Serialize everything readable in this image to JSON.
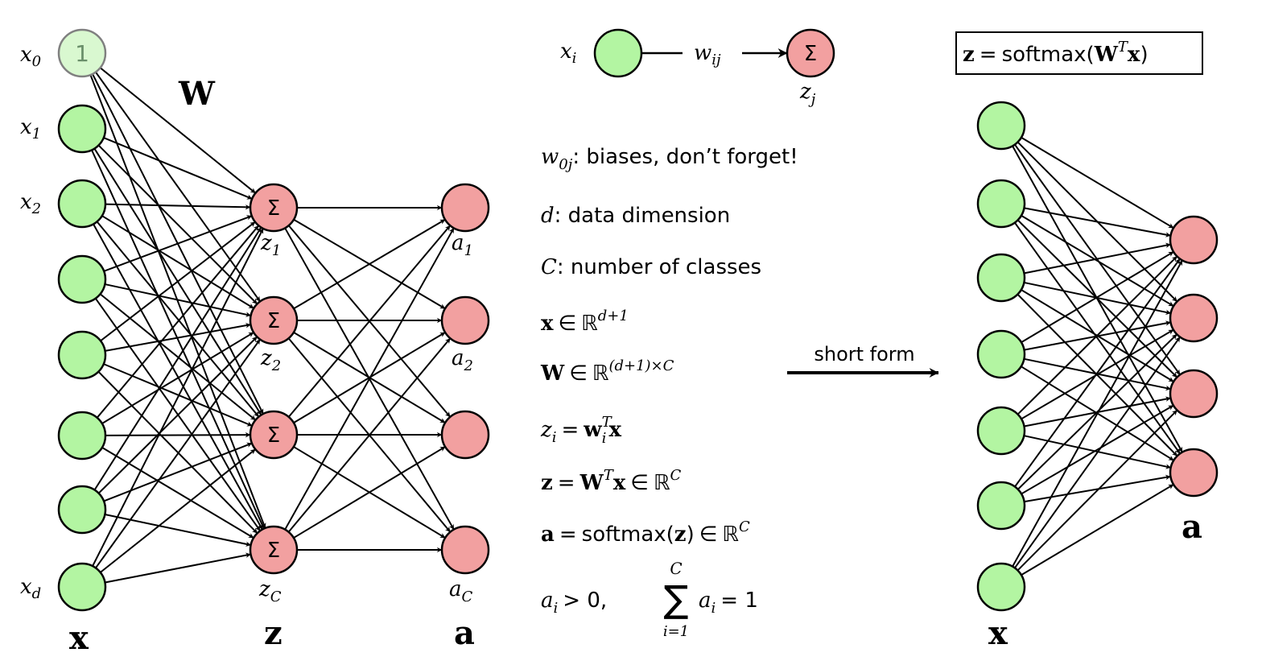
{
  "colors": {
    "input_fill": "#b3f5a2",
    "bias_fill": "#d9f8d0",
    "output_fill": "#f2a0a0",
    "stroke": "#000000",
    "bias_stroke": "#808080",
    "bias_text": "#6a8f6a"
  },
  "left_net": {
    "bias_value": "1",
    "sum_symbol": "Σ",
    "weight_label": "W",
    "input_labels": [
      "x",
      "x",
      "x",
      "x"
    ],
    "input_label_subs": [
      "0",
      "1",
      "2",
      "d"
    ],
    "z_labels": [
      "z",
      "z",
      "z",
      "z"
    ],
    "z_label_subs": [
      "1",
      "2",
      "C"
    ],
    "a_labels": [
      "a",
      "a",
      "a"
    ],
    "a_label_subs": [
      "1",
      "2",
      "C"
    ],
    "layer_labels": [
      "x",
      "z",
      "a"
    ]
  },
  "legend": {
    "input": "x",
    "input_sub": "i",
    "weight": "w",
    "weight_sub": "ij",
    "sum_symbol": "Σ",
    "output": "z",
    "output_sub": "j"
  },
  "notes": {
    "bias_var": "w",
    "bias_sub": "0j",
    "bias_text": ": biases, don’t forget!",
    "dim_var": "d",
    "dim_text": ": data dimension",
    "classes_var": "C",
    "classes_text": ": number of classes",
    "x_space": {
      "lhs": "x",
      "in": "∈",
      "R": "ℝ",
      "sup": "d+1"
    },
    "w_space": {
      "lhs": "W",
      "in": "∈",
      "R": "ℝ",
      "sup": "(d+1)×C"
    },
    "zi_eq": {
      "lhs": "z",
      "lhs_sub": "i",
      "eq": "=",
      "w": "w",
      "w_sub": "i",
      "w_sup": "T",
      "x": "x"
    },
    "z_eq": {
      "lhs": "z",
      "eq": "=",
      "W": "W",
      "sup": "T",
      "x": "x",
      "in": "∈",
      "R": "ℝ",
      "R_sup": "C"
    },
    "a_eq": {
      "lhs": "a",
      "eq": "=",
      "func": "softmax(",
      "arg": "z",
      "close": ")",
      "in": "∈",
      "R": "ℝ",
      "R_sup": "C"
    },
    "constraint": {
      "a": "a",
      "sub": "i",
      "gt": "> 0,",
      "sum": "∑",
      "upper": "C",
      "lower": "i=1",
      "a2": "a",
      "sub2": "i",
      "eq": "= 1"
    }
  },
  "arrow_label": "short form",
  "short_form": {
    "box": {
      "lhs": "z",
      "eq": "=",
      "func": "softmax(",
      "W": "W",
      "sup": "T",
      "x": "x",
      "close": ")"
    },
    "layer_labels": [
      "x",
      "a"
    ]
  }
}
